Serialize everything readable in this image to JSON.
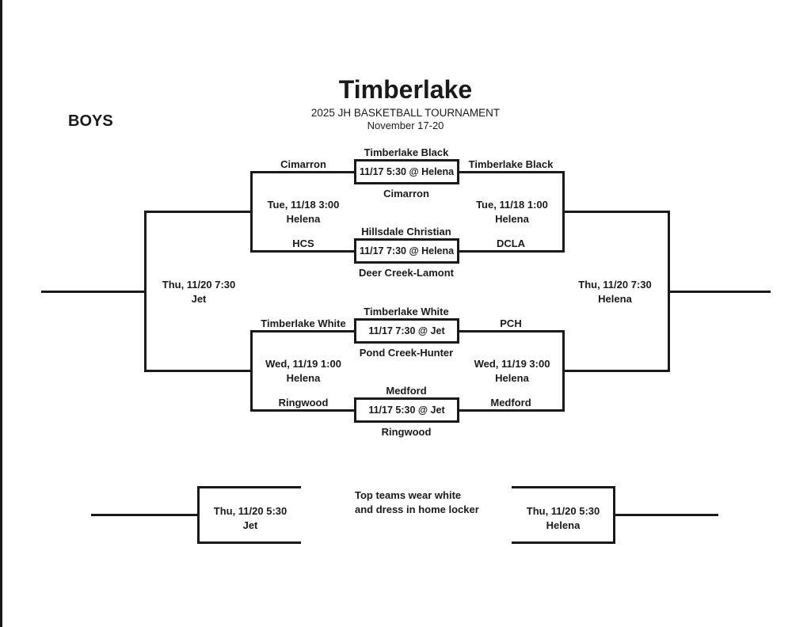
{
  "page": {
    "division": "BOYS",
    "title": "Timberlake",
    "subtitle": "2025 JH BASKETBALL TOURNAMENT",
    "dates": "November 17-20"
  },
  "games": [
    {
      "left_label": "Cimarron",
      "right_label": "Timberlake Black",
      "top_team": "Timberlake Black",
      "detail": "11/17 5:30 @ Helena",
      "bottom_team": "Cimarron"
    },
    {
      "left_label": "HCS",
      "right_label": "DCLA",
      "top_team": "Hillsdale Christian",
      "detail": "11/17 7:30 @ Helena",
      "bottom_team": "Deer Creek-Lamont"
    },
    {
      "left_label": "Timberlake White",
      "right_label": "PCH",
      "top_team": "Timberlake White",
      "detail": "11/17 7:30 @ Jet",
      "bottom_team": "Pond Creek-Hunter"
    },
    {
      "left_label": "Ringwood",
      "right_label": "Medford",
      "top_team": "Medford",
      "detail": "11/17 5:30 @ Jet",
      "bottom_team": "Ringwood"
    }
  ],
  "semifinals": {
    "left_top": {
      "datetime": "Tue, 11/18 3:00",
      "location": "Helena"
    },
    "right_top": {
      "datetime": "Tue, 11/18 1:00",
      "location": "Helena"
    },
    "left_bottom": {
      "datetime": "Wed, 11/19 1:00",
      "location": "Helena"
    },
    "right_bottom": {
      "datetime": "Wed, 11/19 3:00",
      "location": "Helena"
    }
  },
  "finals": {
    "left": {
      "datetime": "Thu, 11/20 7:30",
      "location": "Jet"
    },
    "right": {
      "datetime": "Thu, 11/20 7:30",
      "location": "Helena"
    }
  },
  "consolation": {
    "left": {
      "datetime": "Thu, 11/20 5:30",
      "location": "Jet"
    },
    "right": {
      "datetime": "Thu, 11/20 5:30",
      "location": "Helena"
    }
  },
  "note": {
    "line1": "Top teams wear white",
    "line2": "and dress in home locker"
  },
  "colors": {
    "ink": "#1a1a1a",
    "background": "#ffffff"
  }
}
